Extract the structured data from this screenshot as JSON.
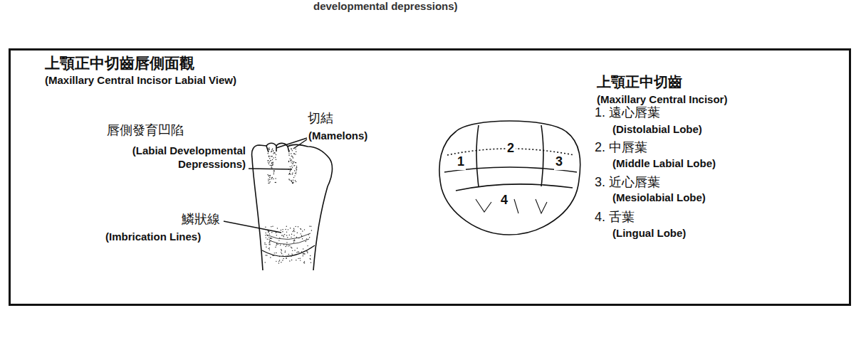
{
  "diagram": {
    "nodes": [
      {
        "text": [
          "上顎正中切齒唇側面觀",
          "(Maxillary Central Incisor Labial View)",
          "上顎正中切齒",
          "(Maxillary Central Incisor)"
        ]
      }
    ],
    "labels": [
      "developmental depressions)",
      "唇側發育凹陷",
      "(Labial Developmental Depressions)",
      "切結",
      "(Mamelons)",
      "鱗狀線",
      "(Imbrication Lines)",
      "1",
      "2",
      "3",
      "4",
      "1. 遠心唇葉",
      "(Distolabial Lobe)",
      "2. 中唇葉",
      "(Middle Labial Lobe)",
      "3. 近心唇葉",
      "(Mesiolabial Lobe)",
      "4. 舌葉",
      "(Lingual Lobe)"
    ]
  }
}
